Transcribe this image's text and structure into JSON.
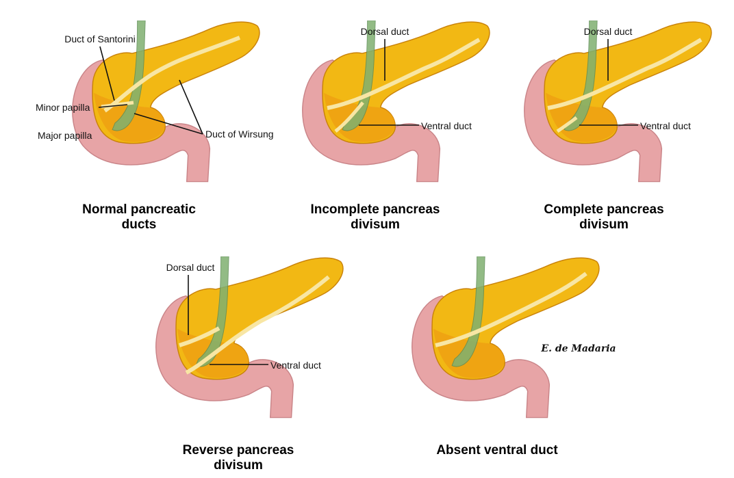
{
  "colors": {
    "duodenum": "#e7a4a6",
    "duodenum_edge": "#c98488",
    "pancreas_body": "#f2b814",
    "pancreas_head": "#eea012",
    "pancreas_edge": "#c9820a",
    "duct": "#f8e6a4",
    "bile_duct": "#7fb070"
  },
  "panels": [
    {
      "caption_line1": "Normal pancreatic",
      "caption_line2": "ducts",
      "labels": {
        "santorini": "Duct of Santorini",
        "minor_papilla": "Minor papilla",
        "major_papilla": "Major papilla",
        "wirsung": "Duct of Wirsung"
      }
    },
    {
      "caption_line1": "Incomplete pancreas",
      "caption_line2": "divisum",
      "labels": {
        "dorsal": "Dorsal duct",
        "ventral": "Ventral duct"
      }
    },
    {
      "caption_line1": "Complete pancreas",
      "caption_line2": "divisum",
      "labels": {
        "dorsal": "Dorsal duct",
        "ventral": "Ventral duct"
      }
    },
    {
      "caption_line1": "Reverse pancreas",
      "caption_line2": "divisum",
      "labels": {
        "dorsal": "Dorsal duct",
        "ventral": "Ventral duct"
      }
    },
    {
      "caption_line1": "Absent ventral duct",
      "caption_line2": "",
      "labels": {}
    }
  ],
  "signature": "E. de Madaria"
}
